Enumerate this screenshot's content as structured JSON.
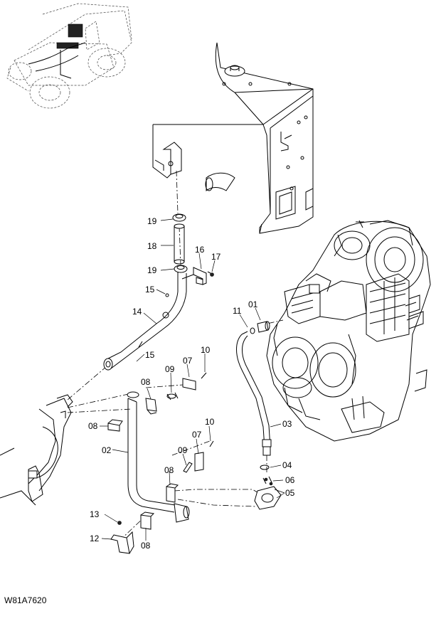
{
  "diagram": {
    "drawing_code": "W81A7620",
    "callouts": [
      "19",
      "18",
      "19",
      "16",
      "17",
      "15",
      "14",
      "15",
      "11",
      "01",
      "10",
      "07",
      "09",
      "08",
      "08",
      "02",
      "03",
      "10",
      "07",
      "09",
      "08",
      "04",
      "06",
      "05",
      "13",
      "12",
      "08"
    ]
  }
}
